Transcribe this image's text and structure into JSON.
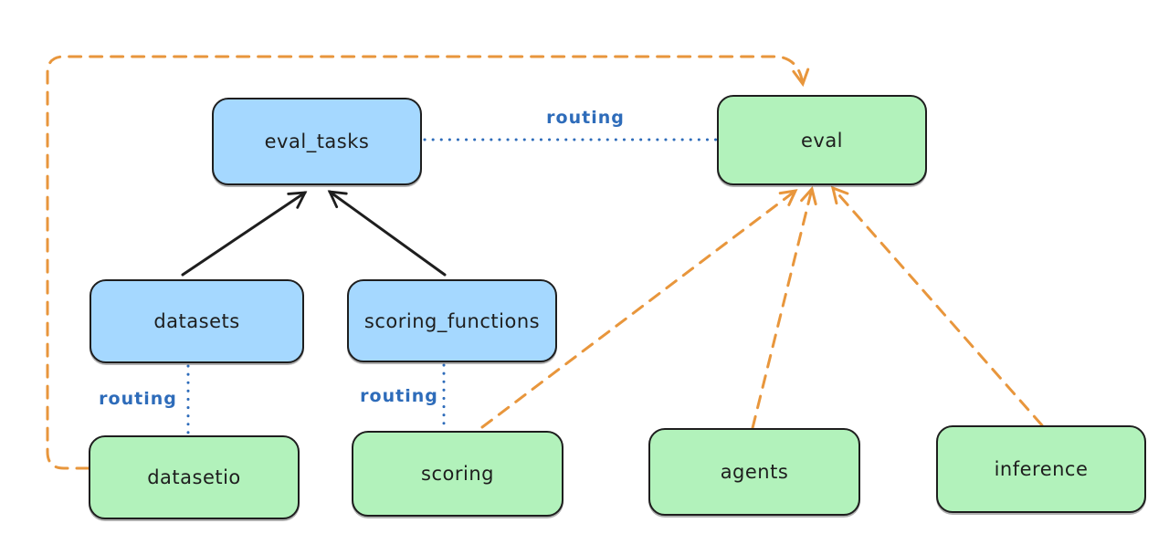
{
  "colors": {
    "background": "#ffffff",
    "node_stroke": "#1e1e1e",
    "blue_node_fill": "#a5d8ff",
    "green_node_fill": "#b2f2bb",
    "routing_line_blue": "#2e6cba",
    "provider_line_orange": "#e8963c",
    "solid_arrow_black": "#1e1e1e"
  },
  "nodes": {
    "eval_tasks": {
      "label": "eval_tasks",
      "fill": "blue"
    },
    "eval": {
      "label": "eval",
      "fill": "green"
    },
    "datasets": {
      "label": "datasets",
      "fill": "blue"
    },
    "scoring_functions": {
      "label": "scoring_functions",
      "fill": "blue"
    },
    "datasetio": {
      "label": "datasetio",
      "fill": "green"
    },
    "scoring": {
      "label": "scoring",
      "fill": "green"
    },
    "agents": {
      "label": "agents",
      "fill": "green"
    },
    "inference": {
      "label": "inference",
      "fill": "green"
    }
  },
  "edge_labels": {
    "routing_top": "routing",
    "routing_datasets": "routing",
    "routing_scoring": "routing"
  },
  "edges": [
    {
      "from": "datasets",
      "to": "eval_tasks",
      "style": "solid",
      "color": "black",
      "arrowhead": true
    },
    {
      "from": "scoring_functions",
      "to": "eval_tasks",
      "style": "solid",
      "color": "black",
      "arrowhead": true
    },
    {
      "from": "eval_tasks",
      "to": "eval",
      "style": "dotted",
      "color": "blue",
      "arrowhead": false,
      "label": "routing"
    },
    {
      "from": "datasets",
      "to": "datasetio",
      "style": "dotted",
      "color": "blue",
      "arrowhead": false,
      "label": "routing"
    },
    {
      "from": "scoring_functions",
      "to": "scoring",
      "style": "dotted",
      "color": "blue",
      "arrowhead": false,
      "label": "routing"
    },
    {
      "from": "datasetio",
      "to": "eval",
      "style": "dashed",
      "color": "orange",
      "arrowhead": true
    },
    {
      "from": "scoring",
      "to": "eval",
      "style": "dashed",
      "color": "orange",
      "arrowhead": true
    },
    {
      "from": "agents",
      "to": "eval",
      "style": "dashed",
      "color": "orange",
      "arrowhead": true
    },
    {
      "from": "inference",
      "to": "eval",
      "style": "dashed",
      "color": "orange",
      "arrowhead": true
    }
  ]
}
